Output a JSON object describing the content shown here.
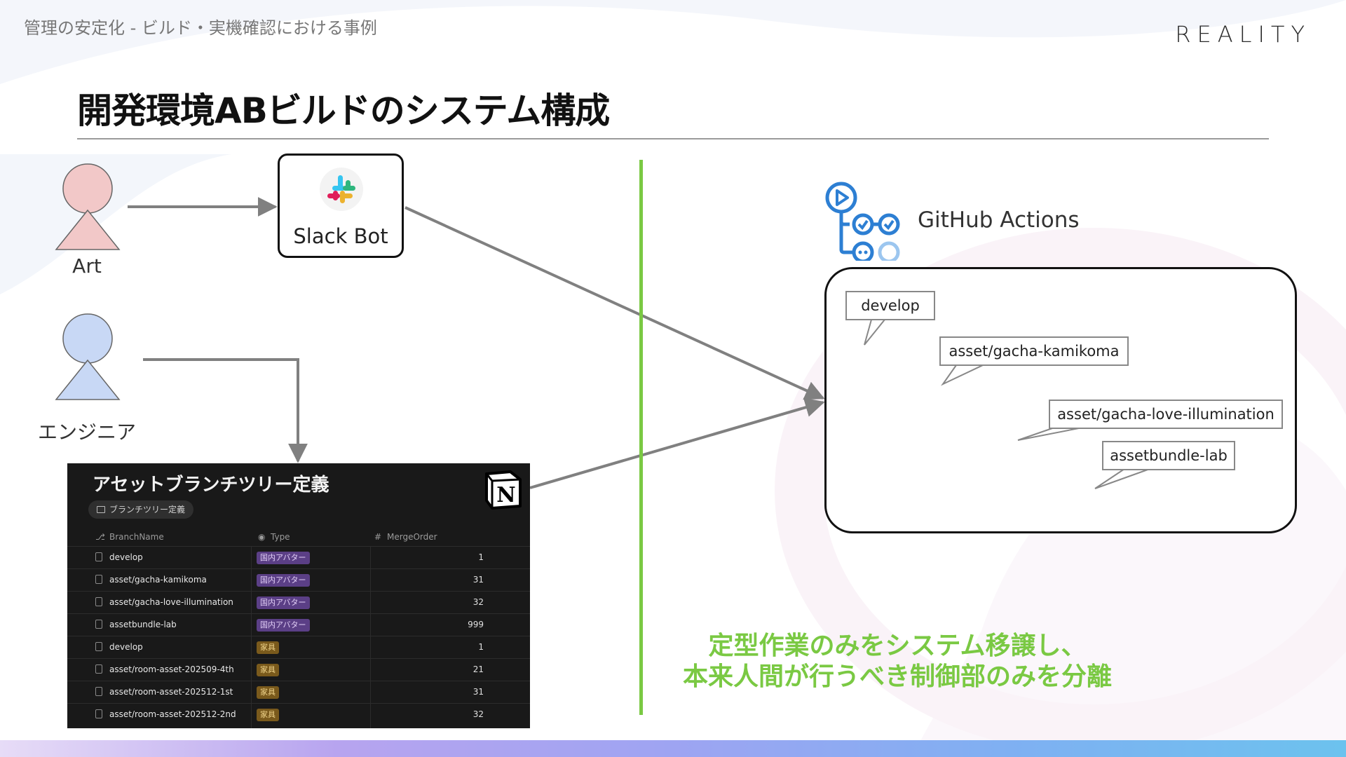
{
  "header": {
    "breadcrumb": "管理の安定化 - ビルド・実機確認における事例",
    "logo": "REALITY",
    "title": "開発環境ABビルドのシステム構成"
  },
  "actors": {
    "art": {
      "label": "Art",
      "color": "#f2c8c8"
    },
    "engineer": {
      "label": "エンジニア",
      "color": "#c8d8f5"
    }
  },
  "slack_bot": {
    "label": "Slack Bot",
    "icon": "slack-logo-icon"
  },
  "github_actions": {
    "label": "GitHub Actions",
    "icon": "github-actions-icon",
    "branches": [
      {
        "name": "develop",
        "color": "#c8d8f5"
      },
      {
        "name": "asset/gacha-kamikoma",
        "color": "#f2cfcf"
      },
      {
        "name": "asset/gacha-love-illumination",
        "color": "#d6efd6"
      },
      {
        "name": "assetbundle-lab",
        "color": "#f8c99e"
      }
    ]
  },
  "notion_table": {
    "title": "アセットブランチツリー定義",
    "view_label": "ブランチツリー定義",
    "columns": [
      "BranchName",
      "Type",
      "MergeOrder"
    ],
    "rows": [
      {
        "name": "develop",
        "type": "国内アバター",
        "order": "1"
      },
      {
        "name": "asset/gacha-kamikoma",
        "type": "国内アバター",
        "order": "31"
      },
      {
        "name": "asset/gacha-love-illumination",
        "type": "国内アバター",
        "order": "32"
      },
      {
        "name": "assetbundle-lab",
        "type": "国内アバター",
        "order": "999"
      },
      {
        "name": "develop",
        "type": "家具",
        "order": "1"
      },
      {
        "name": "asset/room-asset-202509-4th",
        "type": "家具",
        "order": "21"
      },
      {
        "name": "asset/room-asset-202512-1st",
        "type": "家具",
        "order": "31"
      },
      {
        "name": "asset/room-asset-202512-2nd",
        "type": "家具",
        "order": "32"
      }
    ],
    "tag_colors": {
      "国内アバター": "#5b3f86",
      "家具": "#7a5a1c"
    }
  },
  "message": {
    "line1": "定型作業のみをシステム移譲し、",
    "line2": "本来人間が行うべき制御部のみを分離",
    "color": "#7ac943"
  }
}
